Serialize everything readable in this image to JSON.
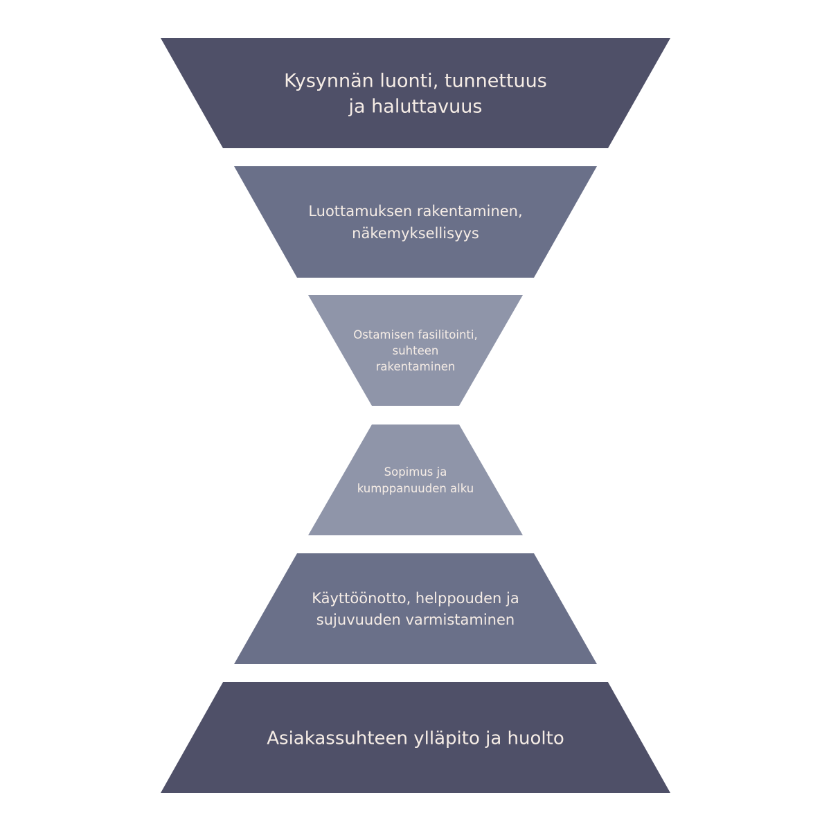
{
  "diagram": {
    "type": "hourglass-funnel",
    "colors": {
      "dark": "#4f5068",
      "mid": "#6a7089",
      "light": "#8f95a9",
      "text": "#f6ede6",
      "background": "#ffffff"
    },
    "stages": [
      {
        "id": "demand",
        "lines": [
          "Kysynnän luonti, tunnettuus",
          "ja haluttavuus"
        ],
        "tone": "dark",
        "direction": "narrowing"
      },
      {
        "id": "trust",
        "lines": [
          "Luottamuksen rakentaminen,",
          "näkemyksellisyys"
        ],
        "tone": "mid",
        "direction": "narrowing"
      },
      {
        "id": "purchase",
        "lines": [
          "Ostamisen fasilitointi,",
          "suhteen",
          "rakentaminen"
        ],
        "tone": "light",
        "direction": "narrowing"
      },
      {
        "id": "contract",
        "lines": [
          "Sopimus ja",
          "kumppanuuden alku"
        ],
        "tone": "light",
        "direction": "widening"
      },
      {
        "id": "onboarding",
        "lines": [
          "Käyttöönotto, helppouden ja",
          "sujuvuuden varmistaminen"
        ],
        "tone": "mid",
        "direction": "widening"
      },
      {
        "id": "retention",
        "lines": [
          "Asiakassuhteen ylläpito ja huolto"
        ],
        "tone": "dark",
        "direction": "widening"
      }
    ]
  }
}
